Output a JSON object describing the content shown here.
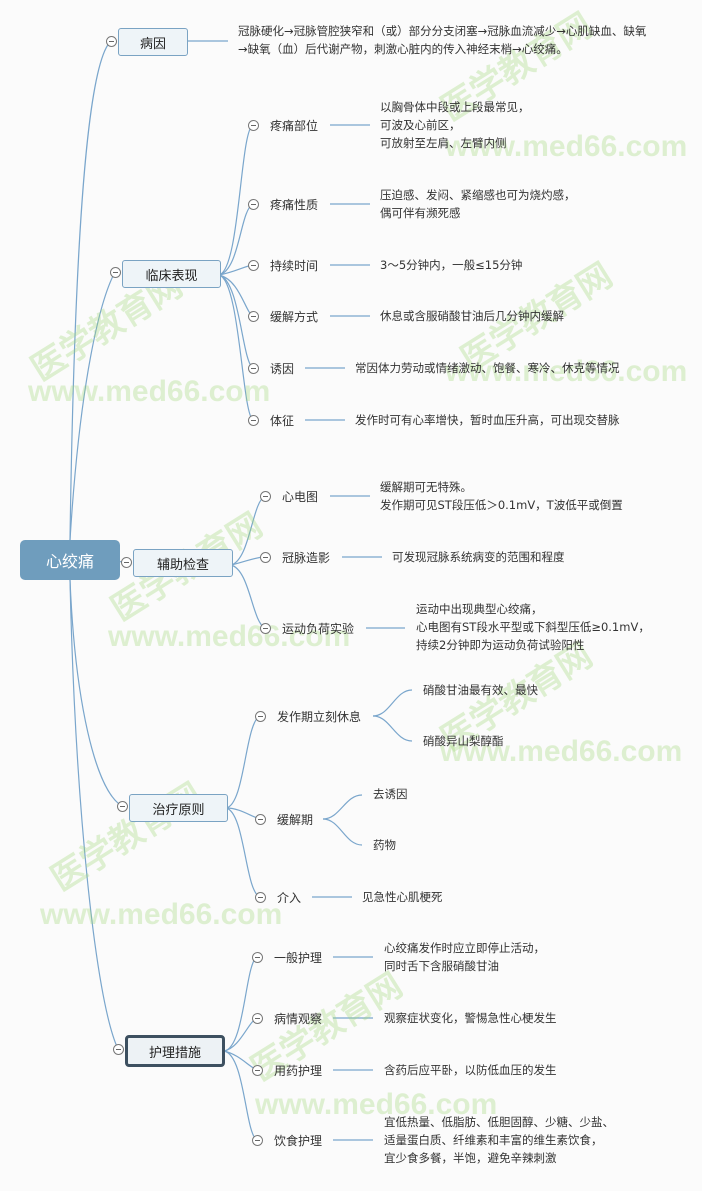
{
  "root": "心绞痛",
  "watermark": {
    "cn": "医学教育网",
    "url": "www.med66.com"
  },
  "colors": {
    "root": "#6f9dbd",
    "line": "#7aa6cc",
    "topic_border": "#7aa3c3",
    "dark_border": "#3d5060"
  },
  "branches": {
    "cause": {
      "title": "病因",
      "text": [
        "冠脉硬化→冠脉管腔狭窄和（或）部分分支闭塞→冠脉血流减少→心肌缺血、缺氧",
        "→缺氧（血）后代谢产物，刺激心脏内的传入神经末梢→心绞痛。"
      ]
    },
    "clinical": {
      "title": "临床表现",
      "items": [
        {
          "label": "疼痛部位",
          "text": [
            "以胸骨体中段或上段最常见，",
            "可波及心前区，",
            "可放射至左肩、左臂内侧"
          ]
        },
        {
          "label": "疼痛性质",
          "text": [
            "压迫感、发闷、紧缩感也可为烧灼感，",
            "偶可伴有濒死感"
          ]
        },
        {
          "label": "持续时间",
          "text": [
            "3～5分钟内，一般≤15分钟"
          ]
        },
        {
          "label": "缓解方式",
          "text": [
            "休息或含服硝酸甘油后几分钟内缓解"
          ]
        },
        {
          "label": "诱因",
          "text": [
            "常因体力劳动或情绪激动、饱餐、寒冷、休克等情况"
          ]
        },
        {
          "label": "体征",
          "text": [
            "发作时可有心率增快，暂时血压升高，可出现交替脉"
          ]
        }
      ]
    },
    "exam": {
      "title": "辅助检查",
      "items": [
        {
          "label": "心电图",
          "text": [
            "缓解期可无特殊。",
            "发作期可见ST段压低＞0.1mV，T波低平或倒置"
          ]
        },
        {
          "label": "冠脉造影",
          "text": [
            "可发现冠脉系统病变的范围和程度"
          ]
        },
        {
          "label": "运动负荷实验",
          "text": [
            "运动中出现典型心绞痛，",
            "心电图有ST段水平型或下斜型压低≥0.1mV，",
            "持续2分钟即为运动负荷试验阳性"
          ]
        }
      ]
    },
    "treatment": {
      "title": "治疗原则",
      "items": [
        {
          "label": "发作期立刻休息",
          "children": [
            "硝酸甘油最有效、最快",
            "硝酸异山梨醇酯"
          ]
        },
        {
          "label": "缓解期",
          "children": [
            "去诱因",
            "药物"
          ]
        },
        {
          "label": "介入",
          "text": [
            "见急性心肌梗死"
          ]
        }
      ]
    },
    "nursing": {
      "title": "护理措施",
      "items": [
        {
          "label": "一般护理",
          "text": [
            "心绞痛发作时应立即停止活动，",
            "同时舌下含服硝酸甘油"
          ]
        },
        {
          "label": "病情观察",
          "text": [
            "观察症状变化，警惕急性心梗发生"
          ]
        },
        {
          "label": "用药护理",
          "text": [
            "含药后应平卧，以防低血压的发生"
          ]
        },
        {
          "label": "饮食护理",
          "text": [
            "宜低热量、低脂肪、低胆固醇、少糖、少盐、",
            "适量蛋白质、纤维素和丰富的维生素饮食，",
            "宜少食多餐，半饱，避免辛辣刺激"
          ]
        }
      ]
    }
  }
}
